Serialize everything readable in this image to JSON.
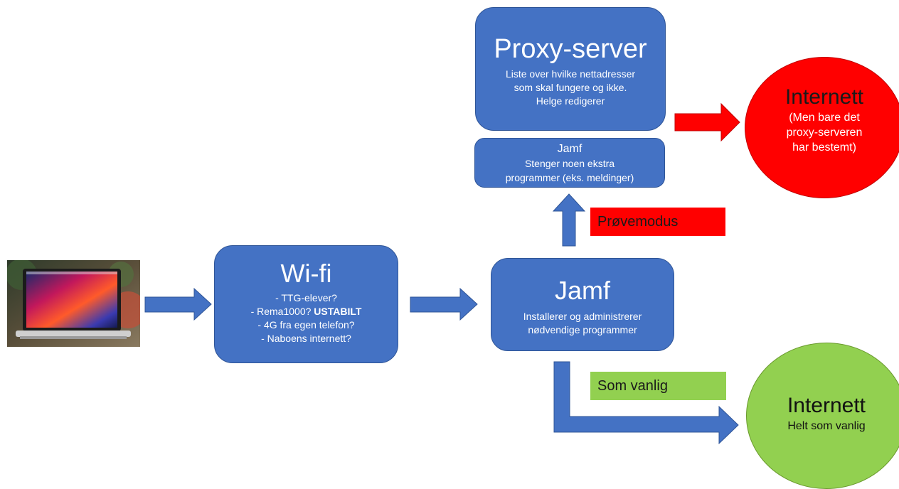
{
  "proxy": {
    "title": "Proxy-server",
    "lines": [
      "Liste over hvilke nettadresser",
      "som skal fungere og ikke.",
      "Helge redigerer"
    ]
  },
  "jamf_top": {
    "title": "Jamf",
    "lines": [
      "Stenger noen ekstra",
      "programmer (eks. meldinger)"
    ]
  },
  "wifi": {
    "title": "Wi-fi",
    "lines": [
      "- TTG-elever?",
      "- Rema1000?",
      "- 4G fra egen telefon?",
      "- Naboens internett?"
    ],
    "rema_emphasis": "USTABILT"
  },
  "jamf_main": {
    "title": "Jamf",
    "lines": [
      "Installerer og administrerer",
      "nødvendige programmer"
    ]
  },
  "internet_red": {
    "title": "Internett",
    "lines": [
      "(Men bare det",
      "proxy-serveren",
      "har bestemt)"
    ]
  },
  "internet_green": {
    "title": "Internett",
    "lines": [
      "Helt som vanlig"
    ]
  },
  "labels": {
    "test_mode": "Prøvemodus",
    "as_usual": "Som vanlig"
  },
  "colors": {
    "box_blue": "#4472c4",
    "arrow_blue": "#4472c4",
    "red": "#ff0000",
    "green": "#92d050"
  }
}
